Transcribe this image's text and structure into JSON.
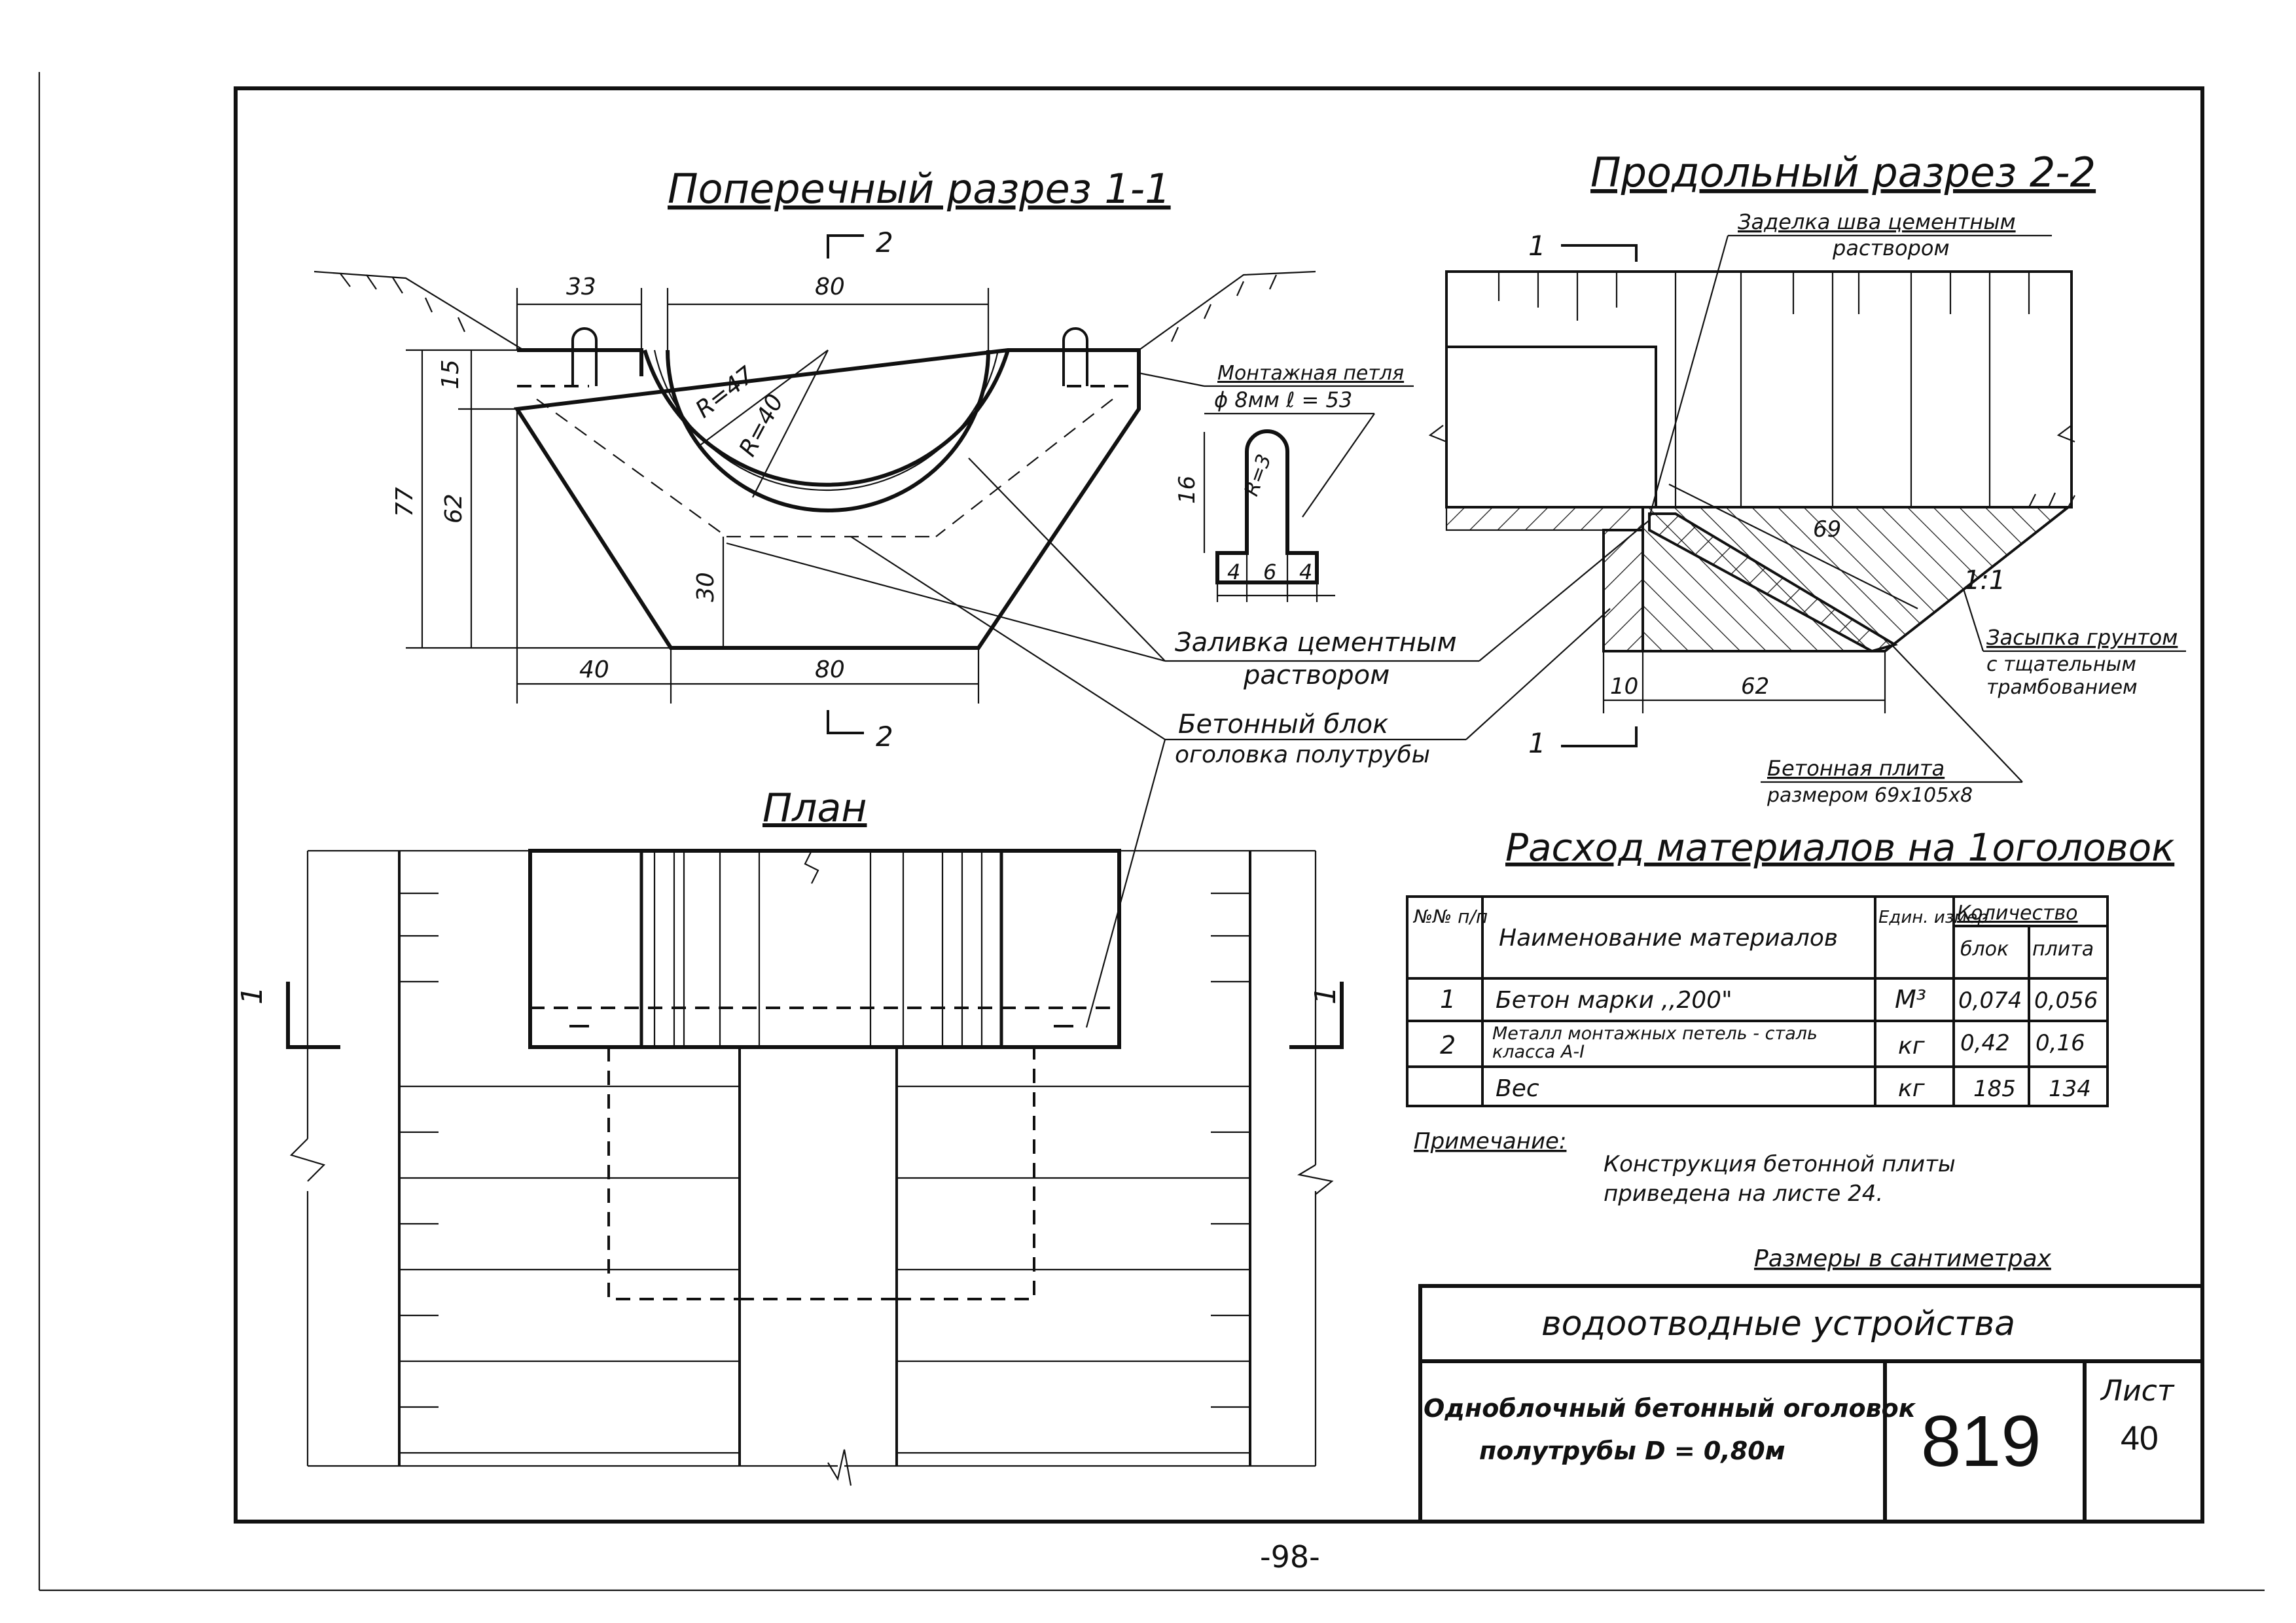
{
  "cross_section": {
    "title": "Поперечный разрез 1-1",
    "cut_mark": "2",
    "dims": {
      "top_left": "33",
      "top_center": "80",
      "left_h1": "15",
      "left_h2": "77",
      "left_h3": "62",
      "inner_h": "30",
      "bottom_left": "40",
      "bottom_center": "80",
      "r_outer": "R=47",
      "r_inner": "R=40"
    }
  },
  "loop": {
    "label_line1": "Монтажная петля",
    "label_line2": "ϕ 8мм  ℓ = 53",
    "dim_height": "16",
    "dim_r": "R=3",
    "dim_a": "4",
    "dim_b": "6",
    "dim_c": "4"
  },
  "long_section": {
    "title": "Продольный разрез 2-2",
    "cut_mark": "1",
    "seam_label_line1": "Заделка  шва  цементным",
    "seam_label_line2": "раствором",
    "dim_69": "69",
    "dim_10": "10",
    "dim_62": "62",
    "slope": "1:1",
    "backfill_line1": "Засыпка грунтом",
    "backfill_line2": "с тщательным",
    "backfill_line3": "трамбованием",
    "slab_line1": "Бетонная  плита",
    "slab_line2": "размером 69x105x8"
  },
  "callouts": {
    "grout_line1": "Заливка  цементным",
    "grout_line2": "раствором",
    "block_line1": "Бетонный  блок",
    "block_line2": "оголовка  полутрубы"
  },
  "plan": {
    "title": "План",
    "cut_mark": "1"
  },
  "materials": {
    "title": "Расход материалов на 1оголовок",
    "headers": {
      "num": "№№ п/п",
      "name": "Наименование  материалов",
      "unit": "Един. измер.",
      "qty": "Количество",
      "block": "блок",
      "slab": "плита"
    },
    "rows": [
      {
        "num": "1",
        "name": "Бетон марки ,,200\"",
        "unit": "М³",
        "block": "0,074",
        "slab": "0,056"
      },
      {
        "num": "2",
        "name": "Металл монтажных петель - сталь класса А-I",
        "unit": "кг",
        "block": "0,42",
        "slab": "0,16"
      },
      {
        "num": "",
        "name": "Вес",
        "unit": "кг",
        "block": "185",
        "slab": "134"
      }
    ]
  },
  "note": {
    "label": "Примечание:",
    "line1": "Конструкция бетонной  плиты",
    "line2": "приведена  на  листе 24."
  },
  "units_note": "Размеры в сантиметрах",
  "stamp": {
    "title": "водоотводные  устройства",
    "desc_line1": "Одноблочный бетонный оголовок",
    "desc_line2": "полутрубы  D = 0,80м",
    "number": "819",
    "sheet_label": "Лист",
    "sheet_num": "40"
  },
  "page_number": "-98-"
}
